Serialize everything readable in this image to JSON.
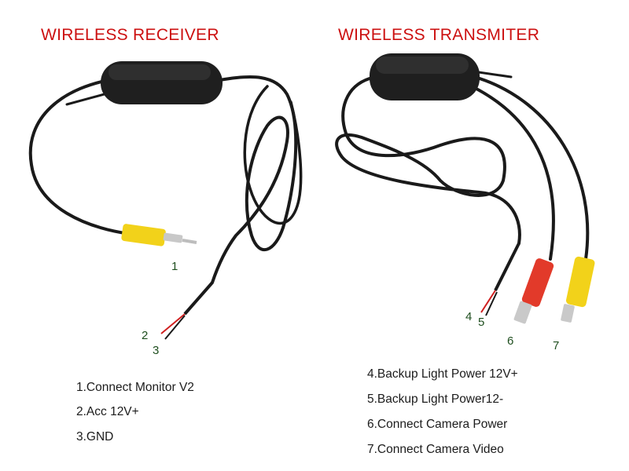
{
  "receiver": {
    "title": "WIRELESS RECEIVER",
    "callouts": [
      "1",
      "2",
      "3"
    ],
    "legend": [
      "1.Connect Monitor V2",
      "2.Acc 12V+",
      "3.GND"
    ]
  },
  "transmitter": {
    "title": "WIRELESS TRANSMITER",
    "callouts": [
      "4",
      "5",
      "6",
      "7"
    ],
    "legend": [
      "4.Backup Light Power 12V+",
      "5.Backup Light Power12-",
      "6.Connect Camera Power",
      "7.Connect Camera Video"
    ]
  },
  "colors": {
    "title": "#cc1010",
    "callout": "#1f4f1f",
    "cable": "#1a1a1a",
    "yellow_plug": "#f2d21a",
    "red_plug": "#e23a2a"
  }
}
